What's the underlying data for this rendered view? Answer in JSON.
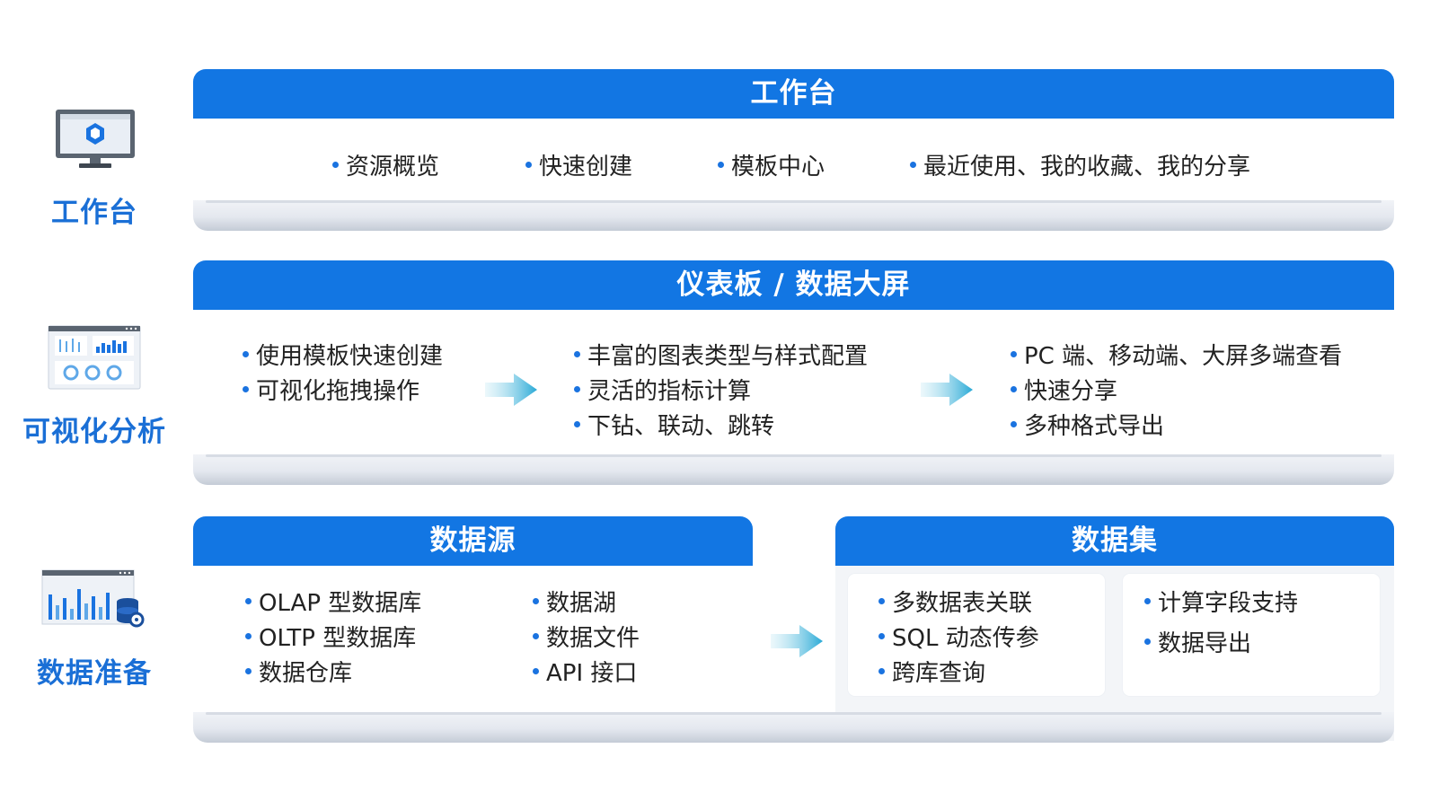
{
  "rows": [
    {
      "side_label": "工作台",
      "header": "工作台",
      "items": [
        "资源概览",
        "快速创建",
        "模板中心",
        "最近使用、我的收藏、我的分享"
      ]
    },
    {
      "side_label": "可视化分析",
      "header": "仪表板 / 数据大屏",
      "groups": [
        [
          "使用模板快速创建",
          "可视化拖拽操作"
        ],
        [
          "丰富的图表类型与样式配置",
          "灵活的指标计算",
          "下钻、联动、跳转"
        ],
        [
          "PC 端、移动端、大屏多端查看",
          "快速分享",
          "多种格式导出"
        ]
      ]
    },
    {
      "side_label": "数据准备",
      "datasource": {
        "header": "数据源",
        "col1": [
          "OLAP 型数据库",
          "OLTP 型数据库",
          "数据仓库"
        ],
        "col2": [
          "数据湖",
          "数据文件",
          "API 接口"
        ]
      },
      "dataset": {
        "header": "数据集",
        "card1": [
          "多数据表关联",
          "SQL 动态传参",
          "跨库查询"
        ],
        "card2": [
          "计算字段支持",
          "数据导出"
        ]
      }
    }
  ],
  "colors": {
    "primary": "#1276e3",
    "accent_text": "#1a6fd6",
    "arrow": "#3ab0d9"
  },
  "icons": [
    "workbench-monitor-icon",
    "dashboard-screen-icon",
    "data-chart-database-icon",
    "arrow-right-icon"
  ]
}
